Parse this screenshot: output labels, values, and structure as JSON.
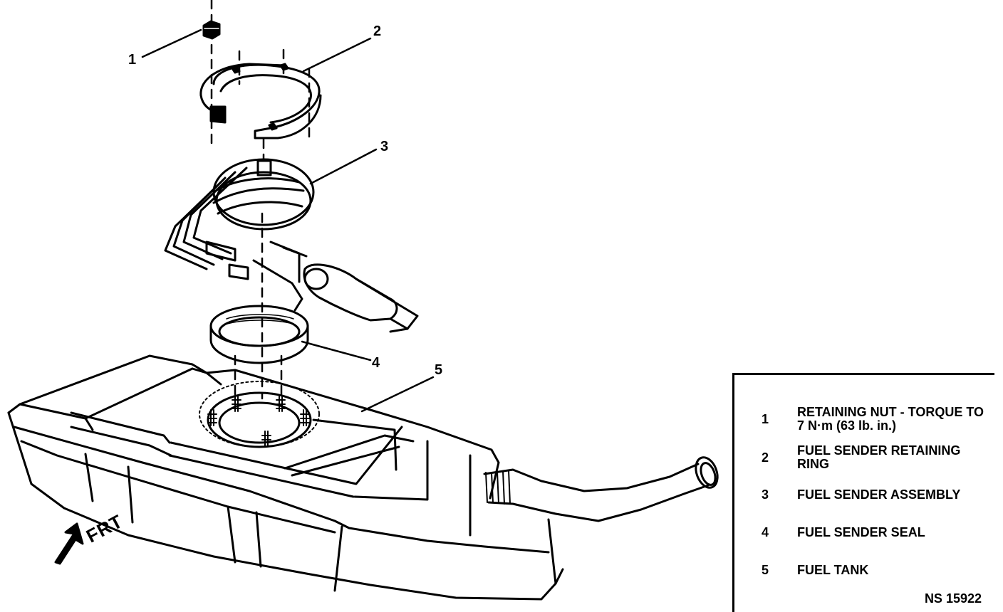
{
  "callouts": [
    "1",
    "2",
    "3",
    "4",
    "5"
  ],
  "front_label": "FRT",
  "legend": {
    "items": [
      {
        "num": "1",
        "text": "RETAINING NUT - TORQUE TO 7 N·m (63 lb. in.)"
      },
      {
        "num": "2",
        "text": "FUEL SENDER RETAINING RING"
      },
      {
        "num": "3",
        "text": "FUEL SENDER ASSEMBLY"
      },
      {
        "num": "4",
        "text": "FUEL SENDER SEAL"
      },
      {
        "num": "5",
        "text": "FUEL TANK"
      }
    ],
    "reference": "NS 15922"
  }
}
